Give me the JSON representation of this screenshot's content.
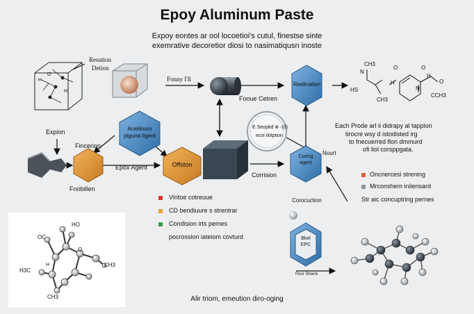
{
  "header": {
    "title": "Epoy Aluminum Paste",
    "subtitle_line1": "Expoy eontes ar ool locoetioi's cutul, finestse sinte",
    "subtitle_line2": "exemrative decoretior diosi to nasimatiqusn inoste"
  },
  "labels": {
    "resution": "Resution",
    "detion": "Detion",
    "fonny": "Fonny I'll",
    "expion": "Expion",
    "fincerion": "Fincerion",
    "fnobillen": "Fnobillen",
    "foooe_cetren": "Fooue Cetren",
    "epox_agent": "Epox Agent",
    "corrision": "Corrision",
    "nourt": "Nourt",
    "desc_line1": "Each Prode arl ii didrapy al tappion",
    "desc_line2": "tirocre wsy d istodisted irg",
    "desc_line3": "to fnecuerred flon dmmurd",
    "desc_line4": "ofi liol corsppgata.",
    "corocuction": "Corocuction",
    "poor_shorte": "Poor Shorrè",
    "footer": "Alir triom, emeution diro-oging"
  },
  "nodes": {
    "reslication": "Reslication",
    "aluminum_line1": "Aneliinum",
    "aluminum_line2": "piguna tigent",
    "offston": "Offston",
    "curing_line1": "Curing",
    "curing_line2": "agent",
    "seal_line1": "E Seoptid ⊕ -(0)",
    "seal_line2": "ecoi ilotption",
    "hex_top": "Bkel",
    "hex_mid": "EPC"
  },
  "legend_left": [
    {
      "label": "Viritoe cotreuue",
      "color": "#d33a2c"
    },
    {
      "label": "CD bendiuure s strentrar",
      "color": "#e8a13a"
    },
    {
      "label": "Condision irts pemes",
      "color": "#3e9a52"
    }
  ],
  "legend_left_extra": "pocrossion iateiom covturd",
  "legend_right": [
    {
      "label": "Oncnercesi strening",
      "color": "#e0613a"
    },
    {
      "label": "Mrconshem inilensard",
      "color": "#8d9196"
    }
  ],
  "legend_right_extra": "Str aic concuptring pernes",
  "chem": {
    "top_ch3": "CH3",
    "top_n": "N",
    "top_h": "H",
    "top_hs": "HS",
    "top_ch3b": "CH3",
    "ring_o1": "O",
    "ring_o2": "O",
    "ring_h": "H",
    "ring_n": "N",
    "ring_cch3": "CCH3",
    "mol_ho": "HO",
    "mol_oc": "OC",
    "mol_o": "O",
    "mol_h3c": "H3C",
    "mol_ch3a": "CH3",
    "mol_ch3b": "CH3",
    "mol_h": "H",
    "cube_h": "H",
    "cube_o": "O",
    "cube_h2": "H"
  }
}
